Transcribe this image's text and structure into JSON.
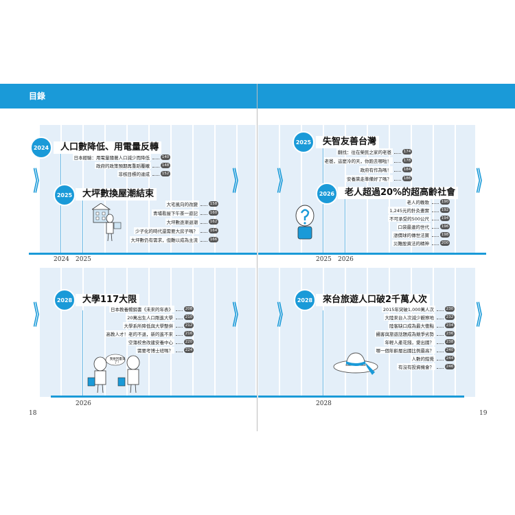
{
  "header": {
    "title": "目錄"
  },
  "page_numbers": {
    "left": "18",
    "right": "19"
  },
  "chevron_glyph": "》",
  "panels": [
    {
      "sections": [
        {
          "badge": "2024",
          "title": "人口數降低、用電量反轉",
          "items": [
            {
              "text": "日本經驗：用電量隨著人口減少而降低",
              "page": "140"
            },
            {
              "text": "政府的政策預期再重蹈覆轍",
              "page": "148"
            },
            {
              "text": "非核目標的達成",
              "page": "152"
            }
          ]
        },
        {
          "badge": "2025",
          "title": "大坪數換屋潮結束",
          "items": [
            {
              "text": "大宅風向的改變",
              "page": "158"
            },
            {
              "text": "青埔看屋下午茶一遊記",
              "page": "160"
            },
            {
              "text": "大坪數逐漸退潮",
              "page": "162"
            },
            {
              "text": "少子化的時代還需要大房子嗎？",
              "page": "164"
            },
            {
              "text": "大坪數仍有需求，但難以成為主流",
              "page": "166"
            }
          ]
        }
      ],
      "axis_years": [
        "2024",
        "2025"
      ]
    },
    {
      "sections": [
        {
          "badge": "2025",
          "title": "失智友善台灣",
          "items": [
            {
              "text": "翻找：往在榮民之家的老爸",
              "page": "174"
            },
            {
              "text": "老爸，這麼冷的天，你跑去哪啦！",
              "page": "178"
            },
            {
              "text": "政府有作為嗎！",
              "page": "184"
            },
            {
              "text": "安養黨走準備好了嗎？",
              "page": "186"
            }
          ]
        },
        {
          "badge": "2026",
          "title": "老人超過20%的超高齡社會",
          "items": [
            {
              "text": "老人的輓歌",
              "page": "190"
            },
            {
              "text": "1,245元的針灸畫實",
              "page": "192"
            },
            {
              "text": "不可承受的500公尺",
              "page": "194"
            },
            {
              "text": "口袋最連的世代",
              "page": "196"
            },
            {
              "text": "漲價球的傳世法寶",
              "page": "198"
            },
            {
              "text": "災難股資法的精神",
              "page": "200"
            }
          ]
        }
      ],
      "axis_years": [
        "2025",
        "2026"
      ]
    },
    {
      "sections": [
        {
          "badge": "2028",
          "title": "大學117大限",
          "items": [
            {
              "text": "日本教養暢銷書《未來的年表》",
              "page": "208"
            },
            {
              "text": "20萬出生人口剛進大學",
              "page": "210"
            },
            {
              "text": "大學系所降低與大學整併",
              "page": "212"
            },
            {
              "text": "高教人才！老的不退，新的進不來",
              "page": "216"
            },
            {
              "text": "空蕩校舍改建安養中心",
              "page": "220"
            },
            {
              "text": "需要考博士班嗎？",
              "page": "224"
            }
          ]
        }
      ],
      "axis_years": [
        "2026"
      ],
      "speech_bubble": "我要回臺灣了！"
    },
    {
      "sections": [
        {
          "badge": "2028",
          "title": "來台旅遊人口破2千萬人次",
          "items": [
            {
              "text": "2015年突破1,000萬人次",
              "page": "230"
            },
            {
              "text": "大陸來台人次減少觀察地",
              "page": "232"
            },
            {
              "text": "陸客缺口成為最大衝點",
              "page": "234"
            },
            {
              "text": "攝客與旅遊話題成為競爭劣勢",
              "page": "236"
            },
            {
              "text": "年輕人產花錢，愛出國？",
              "page": "238"
            },
            {
              "text": "哪一個年齡層出國比例最高？",
              "page": "240"
            },
            {
              "text": "人數的錯覺",
              "page": "244"
            },
            {
              "text": "有沒有投資機會？",
              "page": "246"
            }
          ]
        }
      ],
      "axis_years": [
        "2028"
      ]
    }
  ]
}
